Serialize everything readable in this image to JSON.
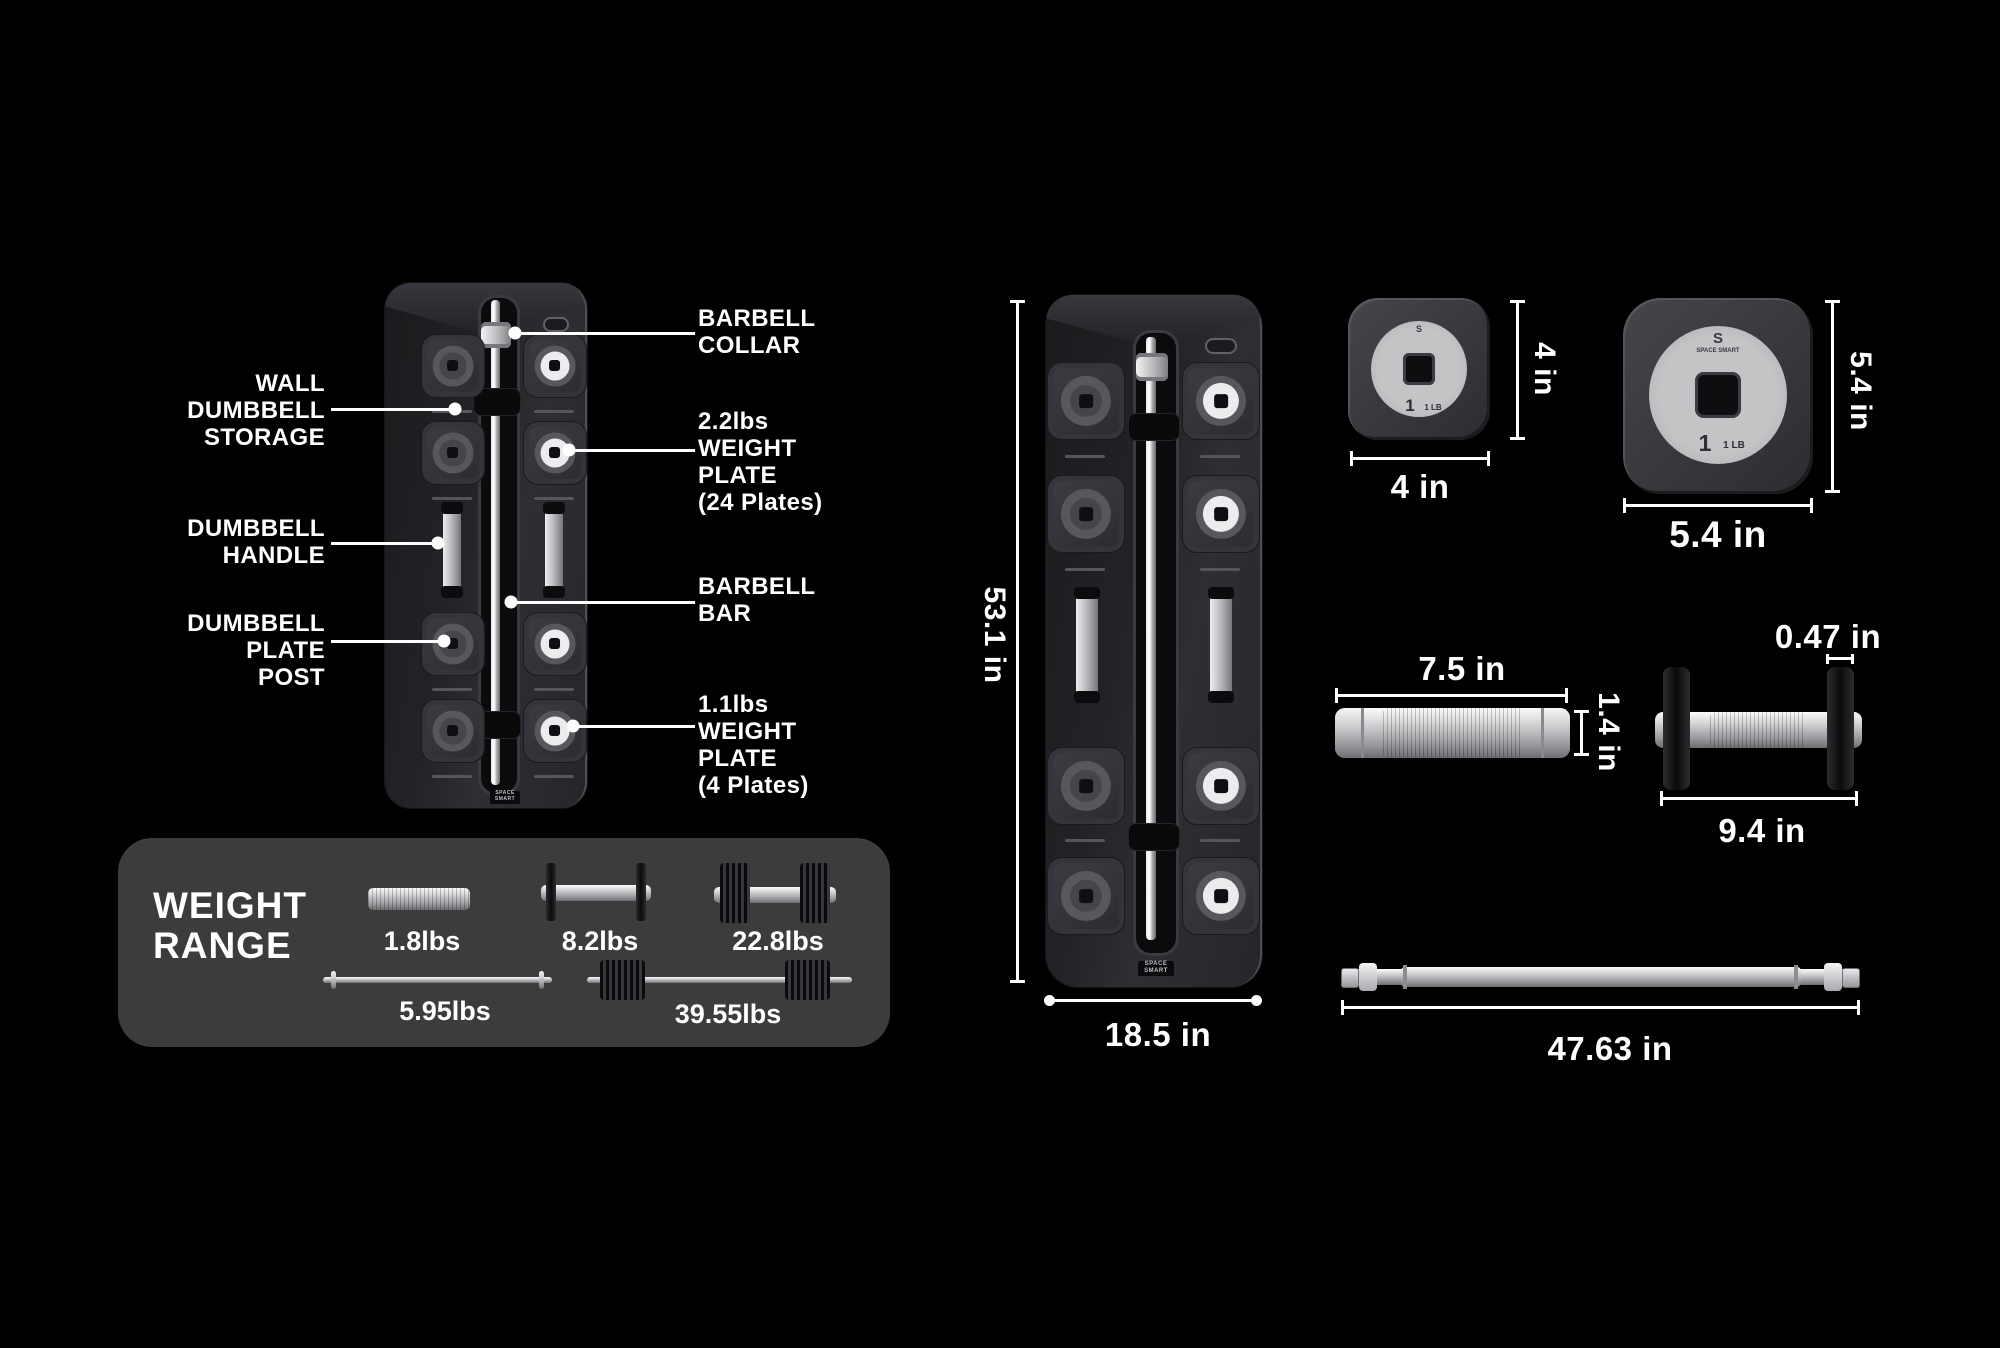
{
  "callouts": {
    "storage": {
      "l1": "WALL",
      "l2": "DUMBBELL",
      "l3": "STORAGE"
    },
    "handle": {
      "l1": "DUMBBELL",
      "l2": "HANDLE"
    },
    "post": {
      "l1": "DUMBBELL",
      "l2": "PLATE",
      "l3": "POST"
    },
    "collar": {
      "l1": "BARBELL",
      "l2": "COLLAR"
    },
    "plate22": {
      "l1": "2.2lbs",
      "l2": "WEIGHT",
      "l3": "PLATE",
      "l4": "(24 Plates)"
    },
    "bar": {
      "l1": "BARBELL",
      "l2": "BAR"
    },
    "plate11": {
      "l1": "1.1lbs",
      "l2": "WEIGHT",
      "l3": "PLATE",
      "l4": "(4 Plates)"
    }
  },
  "weight_range": {
    "title_l1": "WEIGHT",
    "title_l2": "RANGE",
    "handle_weight": "1.8lbs",
    "small_dumbbell_weight": "8.2lbs",
    "large_dumbbell_weight": "22.8lbs",
    "bar_weight": "5.95lbs",
    "barbell_weight": "39.55lbs"
  },
  "dimensions": {
    "unit_height": "53.1 in",
    "unit_width": "18.5 in",
    "small_plate_width": "4 in",
    "small_plate_height": "4 in",
    "large_plate_width": "5.4 in",
    "large_plate_height": "5.4 in",
    "handle_length": "7.5 in",
    "handle_diameter": "1.4 in",
    "dumbbell_plate_thickness": "0.47 in",
    "dumbbell_length": "9.4 in",
    "barbell_length": "47.63 in"
  },
  "markings": {
    "plate_number": "1",
    "plate_unit": "1 LB",
    "brand_initial": "S",
    "brand_name": "SPACE SMART",
    "badge_l1": "SPACE",
    "badge_l2": "SMART"
  },
  "colors": {
    "background": "#000000",
    "panel": "#3c3c3c",
    "text": "#ffffff",
    "silver": "#c9c9cc",
    "body": "#26262a"
  }
}
